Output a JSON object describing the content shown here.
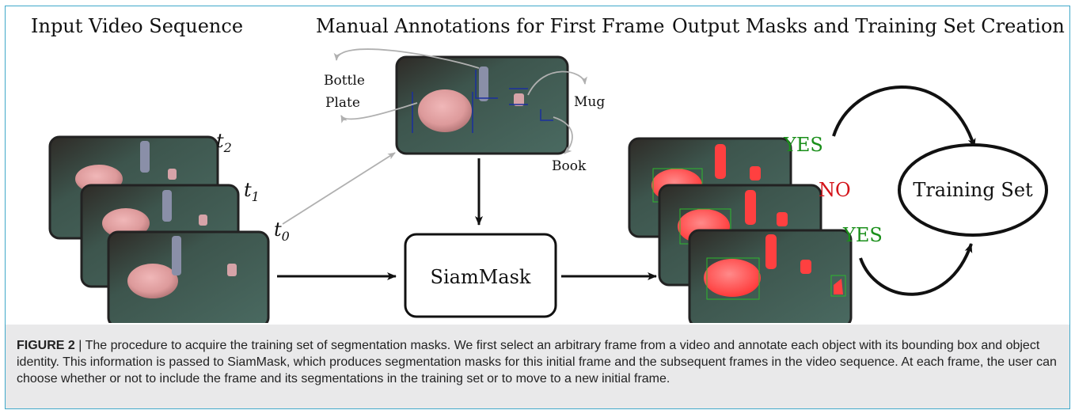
{
  "headers": {
    "input": "Input Video Sequence",
    "annotations": "Manual Annotations for First Frame",
    "output": "Output Masks and Training Set Creation"
  },
  "labels": {
    "bottle": "Bottle",
    "plate": "Plate",
    "mug": "Mug",
    "book": "Book",
    "t2": "t",
    "t2_sub": "2",
    "t1": "t",
    "t1_sub": "1",
    "t0": "t",
    "t0_sub": "0",
    "siammask": "SiamMask",
    "training_set": "Training Set",
    "yes_top": "YES",
    "no": "NO",
    "yes_bottom": "YES"
  },
  "colors": {
    "yes": "#1a8f1a",
    "no": "#d4141a",
    "frame_border": "#222222",
    "table": "#3f5a52",
    "mask": "#ff4040",
    "bbox_blue": "#1a2f9e",
    "bbox_green": "#2db82d"
  },
  "caption": {
    "lead": "FIGURE 2",
    "separator": "|",
    "text": "The procedure to acquire the training set of segmentation masks. We first select an arbitrary frame from a video and annotate each object with its bounding box and object identity. This information is passed to SiamMask, which produces segmentation masks for this initial frame and the subsequent frames in the video sequence. At each frame, the user can choose whether or not to include the frame and its segmentations in the training set or to move to a new initial frame."
  }
}
